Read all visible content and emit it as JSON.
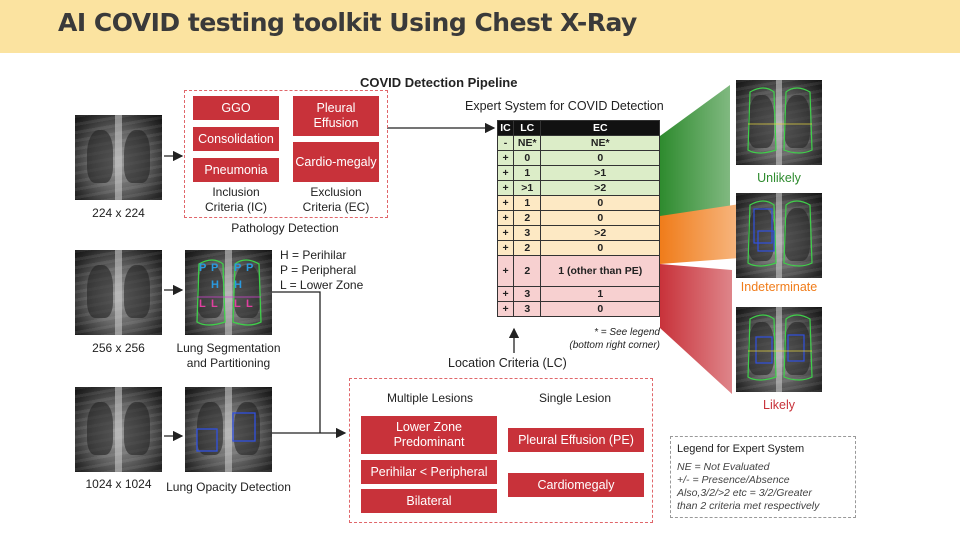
{
  "header": {
    "title": "AI COVID testing toolkit Using Chest X-Ray"
  },
  "pipeline_title": "COVID Detection Pipeline",
  "pathology": {
    "inclusion_items": [
      "GGO",
      "Consolidation",
      "Pneumonia"
    ],
    "exclusion_items": [
      "Pleural Effusion",
      "Cardio-megaly"
    ],
    "inclusion_label": "Inclusion Criteria (IC)",
    "exclusion_label": "Exclusion Criteria (EC)",
    "section_label": "Pathology Detection"
  },
  "inputs": {
    "res1": "224 x 224",
    "res2": "256 x 256",
    "res3": "1024 x 1024"
  },
  "segmentation": {
    "label": "Lung Segmentation and Partitioning",
    "key_h": "H = Perihilar",
    "key_p": "P = Peripheral",
    "key_l": "L = Lower Zone",
    "zone_letters": [
      "P",
      "P",
      "P",
      "P",
      "H",
      "H",
      "L",
      "L",
      "L",
      "L"
    ]
  },
  "opacity": {
    "label": "Lung Opacity Detection"
  },
  "location": {
    "multiple_title": "Multiple Lesions",
    "single_title": "Single Lesion",
    "multiple_items": [
      "Lower Zone Predominant",
      "Perihilar < Peripheral",
      "Bilateral"
    ],
    "single_items": [
      "Pleural Effusion (PE)",
      "Cardiomegaly"
    ],
    "label": "Location Criteria (LC)"
  },
  "expert": {
    "title": "Expert System for COVID Detection",
    "headers": [
      "IC",
      "LC",
      "EC"
    ],
    "rows": [
      [
        "-",
        "NE*",
        "NE*"
      ],
      [
        "+",
        "0",
        "0"
      ],
      [
        "+",
        "1",
        ">1"
      ],
      [
        "+",
        ">1",
        ">2"
      ],
      [
        "+",
        "1",
        "0"
      ],
      [
        "+",
        "2",
        "0"
      ],
      [
        "+",
        "3",
        ">2"
      ],
      [
        "+",
        "2",
        "0"
      ],
      [
        "+",
        "2",
        "1 (other than PE)"
      ],
      [
        "+",
        "3",
        "1"
      ],
      [
        "+",
        "3",
        "0"
      ]
    ],
    "row_groups": [
      "green",
      "green",
      "green",
      "green",
      "yellow",
      "yellow",
      "yellow",
      "yellow",
      "red",
      "red",
      "red"
    ],
    "note_line1": "* = See legend",
    "note_line2": "(bottom right corner)"
  },
  "outcomes": {
    "unlikely": "Unlikely",
    "indeterminate": "Indeterminate",
    "likely": "Likely"
  },
  "legend": {
    "title": "Legend for Expert System",
    "line1": "NE = Not Evaluated",
    "line2": "+/- = Presence/Absence",
    "line3": "Also,3/2/>2 etc = 3/2/Greater",
    "line4": "than 2 criteria met respectively"
  },
  "colors": {
    "banner": "#fbe3a0",
    "red_box": "#c8323a",
    "green_row": "#dcedc8",
    "yellow_row": "#fde9c4",
    "red_row": "#f7d0d0",
    "unlikely": "#2e8b2e",
    "indeterminate": "#f07c1a",
    "likely": "#c8323a"
  }
}
